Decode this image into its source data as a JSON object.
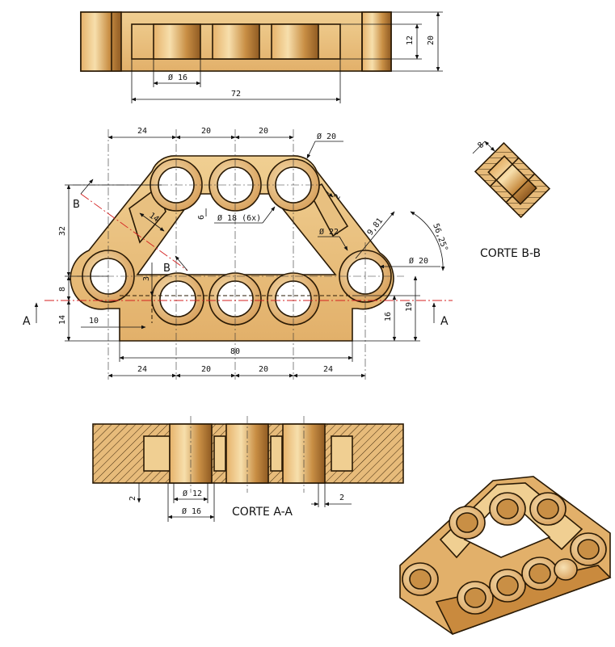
{
  "colors": {
    "copper_light": "#f3d9a4",
    "copper_mid": "#d9a560",
    "copper_dark": "#a5692a",
    "outline": "#2a1a05",
    "cut_line": "#d42020"
  },
  "top_view": {
    "dim_diameter": "Ø 16",
    "dim_length": "72",
    "dim_height_inner": "12",
    "dim_height_outer": "20"
  },
  "front_view": {
    "dim_top_24": "24",
    "dim_top_20a": "20",
    "dim_top_20b": "20",
    "dim_d20_top": "Ø 20",
    "dim_d20_right": "Ø 20",
    "dim_d18": "Ø 18 (6x)",
    "dim_d22": "Ø 22",
    "dim_2": "2",
    "dim_6": "6",
    "dim_14": "14",
    "dim_981": "9,81",
    "dim_angle": "56,25°",
    "dim_32": "32",
    "dim_8": "8",
    "dim_3": "3",
    "dim_14_left": "14",
    "dim_10": "10",
    "dim_16_right": "16",
    "dim_19_right": "19",
    "dim_80": "80",
    "dim_bot_24a": "24",
    "dim_bot_20a": "20",
    "dim_bot_20b": "20",
    "dim_bot_24b": "24",
    "label_a_left": "A",
    "label_a_right": "A",
    "label_b_top": "B",
    "label_b_bottom": "B"
  },
  "section_bb": {
    "title": "CORTE B-B",
    "dim_8": "8"
  },
  "section_aa": {
    "title": "CORTE A-A",
    "dim_d12": "Ø 12",
    "dim_d16": "Ø 16",
    "dim_2_left": "2",
    "dim_2_right": "2"
  }
}
